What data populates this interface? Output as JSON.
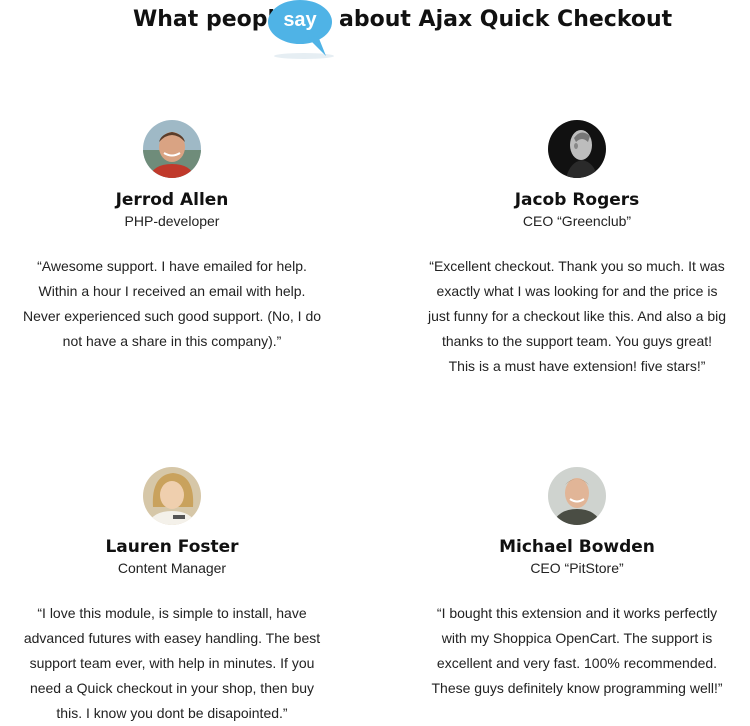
{
  "header": {
    "title_before": "What people",
    "highlight": "say",
    "title_after": "about Ajax Quick Checkout",
    "accent_color": "#4fb3e6"
  },
  "testimonials": [
    {
      "name": "Jerrod Allen",
      "role": "PHP-developer",
      "quote": "“Awesome support. I have emailed for help. Within a hour I received an email with help. Never experienced such good support. (No, I do not have a share in this company).”"
    },
    {
      "name": "Jacob Rogers",
      "role": "CEO “Greenclub”",
      "quote": "“Excellent checkout. Thank you so much. It was exactly what I was looking for and the price is just funny for a checkout like this. And also a big thanks to the support team. You guys great! This is a must have extension! five stars!”"
    },
    {
      "name": "Lauren Foster",
      "role": "Content Manager",
      "quote": "“I love this module, is simple to install, have advanced futures with easey handling. The best support team ever, with help in minutes. If you need a Quick checkout in your shop, then buy this. I know you dont be disapointed.”"
    },
    {
      "name": "Michael Bowden",
      "role": "CEO “PitStore”",
      "quote": "“I bought this extension and it works perfectly with my Shoppica OpenCart. The support is excellent and very fast. 100% recommended. These guys definitely know programming well!”"
    }
  ]
}
